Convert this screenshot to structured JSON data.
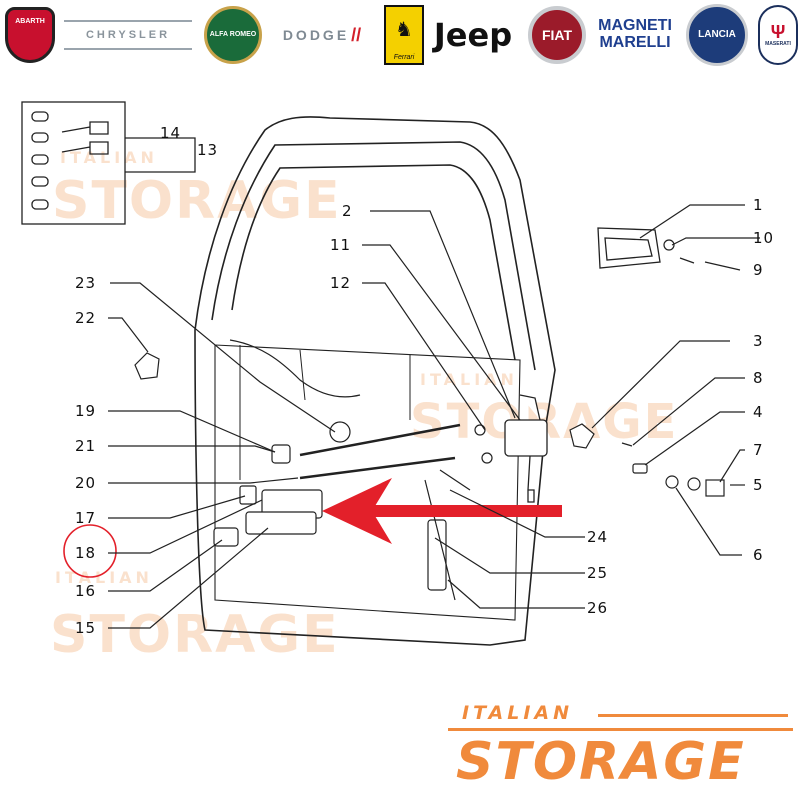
{
  "brands": [
    {
      "name": "ABARTH",
      "color": "#c8102e"
    },
    {
      "name": "CHRYSLER",
      "color": "#9aa4ad"
    },
    {
      "name": "ALFA ROMEO",
      "color": "#1a6b3a"
    },
    {
      "name": "DODGE",
      "color": "#7f8a93"
    },
    {
      "name": "Ferrari",
      "color": "#f4d000"
    },
    {
      "name": "Jeep",
      "color": "#111111"
    },
    {
      "name": "FIAT",
      "color": "#9b1b2a"
    },
    {
      "name": "MAGNETI MARELLI",
      "color": "#1f3f8f"
    },
    {
      "name": "LANCIA",
      "color": "#1d3c7a"
    },
    {
      "name": "MASERATI",
      "color": "#1b2f5c"
    }
  ],
  "callouts": [
    "1",
    "2",
    "3",
    "4",
    "5",
    "6",
    "7",
    "8",
    "9",
    "10",
    "11",
    "12",
    "13",
    "14",
    "15",
    "16",
    "17",
    "18",
    "19",
    "20",
    "21",
    "22",
    "23",
    "24",
    "25",
    "26"
  ],
  "highlighted_callout": "18",
  "watermark": {
    "line1": "ITALIAN",
    "line2": "STORAGE"
  },
  "footer_logo": {
    "line1": "ITALIAN",
    "line2": "STORAGE"
  },
  "colors": {
    "accent": "#f08a3c",
    "arrow": "#e3202a",
    "highlight_ring": "#e3202a",
    "line": "#222222"
  }
}
